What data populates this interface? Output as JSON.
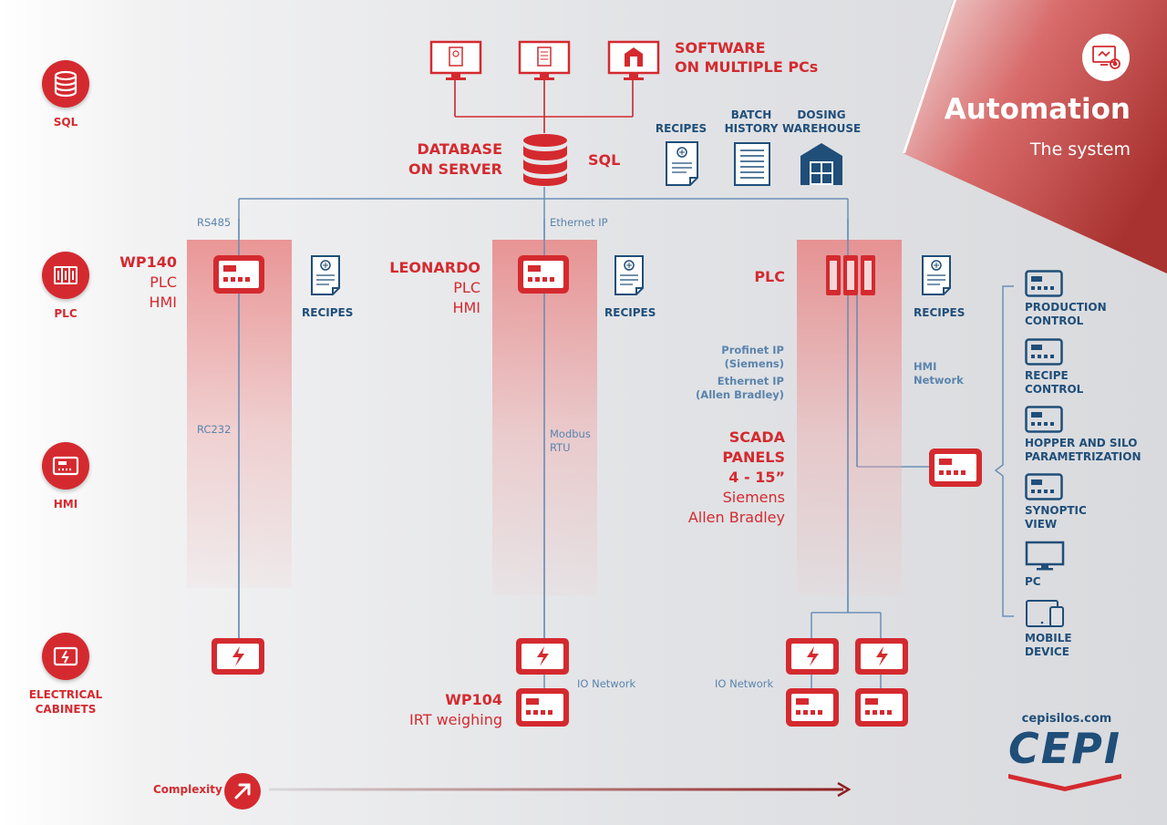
{
  "header": {
    "title": "Automation",
    "subtitle": "The system",
    "software_line1": "SOFTWARE",
    "software_line2": "ON MULTIPLE PCs",
    "database_line1": "DATABASE",
    "database_line2": "ON SERVER",
    "sql": "SQL"
  },
  "levels": [
    {
      "label": "SQL",
      "icon": "database-icon"
    },
    {
      "label": "PLC",
      "icon": "plc-icon"
    },
    {
      "label": "HMI",
      "icon": "hmi-icon"
    },
    {
      "label": "ELECTRICAL",
      "label2": "CABINETS",
      "icon": "electrical-cabinet-icon"
    }
  ],
  "server_docs": [
    {
      "line1": "RECIPES",
      "line2": ""
    },
    {
      "line1": "BATCH",
      "line2": "HISTORY"
    },
    {
      "line1": "DOSING",
      "line2": "WAREHOUSE"
    }
  ],
  "columns": {
    "col1": {
      "title": "WP140",
      "line2": "PLC",
      "line3": "HMI",
      "doc": "RECIPES",
      "top_link": "RS485",
      "mid_link": "RC232"
    },
    "col2": {
      "title": "LEONARDO",
      "line2": "PLC",
      "line3": "HMI",
      "doc": "RECIPES",
      "top_link": "Ethernet IP",
      "mid_link1": "Modbus",
      "mid_link2": "RTU",
      "bottom_title": "WP104",
      "bottom_sub": "IRT weighing",
      "io": "IO Network"
    },
    "col3": {
      "title": "PLC",
      "doc": "RECIPES",
      "proto1": "Profinet IP",
      "proto1b": "(Siemens)",
      "proto2": "Ethernet IP",
      "proto2b": "(Allen Bradley)",
      "hmi_net1": "HMI",
      "hmi_net2": "Network",
      "scada1": "SCADA",
      "scada2": "PANELS",
      "scada3": "4 - 15”",
      "scada4": "Siemens",
      "scada5": "Allen Bradley",
      "io": "IO Network"
    }
  },
  "right_list": [
    {
      "line1": "PRODUCTION",
      "line2": "CONTROL",
      "icon": "panel-icon"
    },
    {
      "line1": "RECIPE",
      "line2": "CONTROL",
      "icon": "panel-icon"
    },
    {
      "line1": "HOPPER AND SILO",
      "line2": "PARAMETRIZATION",
      "icon": "panel-icon"
    },
    {
      "line1": "SYNOPTIC",
      "line2": "VIEW",
      "icon": "panel-icon"
    },
    {
      "line1": "PC",
      "line2": "",
      "icon": "monitor-icon"
    },
    {
      "line1": "MOBILE",
      "line2": "DEVICE",
      "icon": "mobile-device-icon"
    }
  ],
  "footer": {
    "complexity": "Complexity",
    "website": "cepisilos.com",
    "logo": "CEPI"
  },
  "colors": {
    "red": "#d42a2f",
    "navy": "#1f4e79",
    "line_blue": "#6b8fb8",
    "band": "#ee9a9a"
  }
}
